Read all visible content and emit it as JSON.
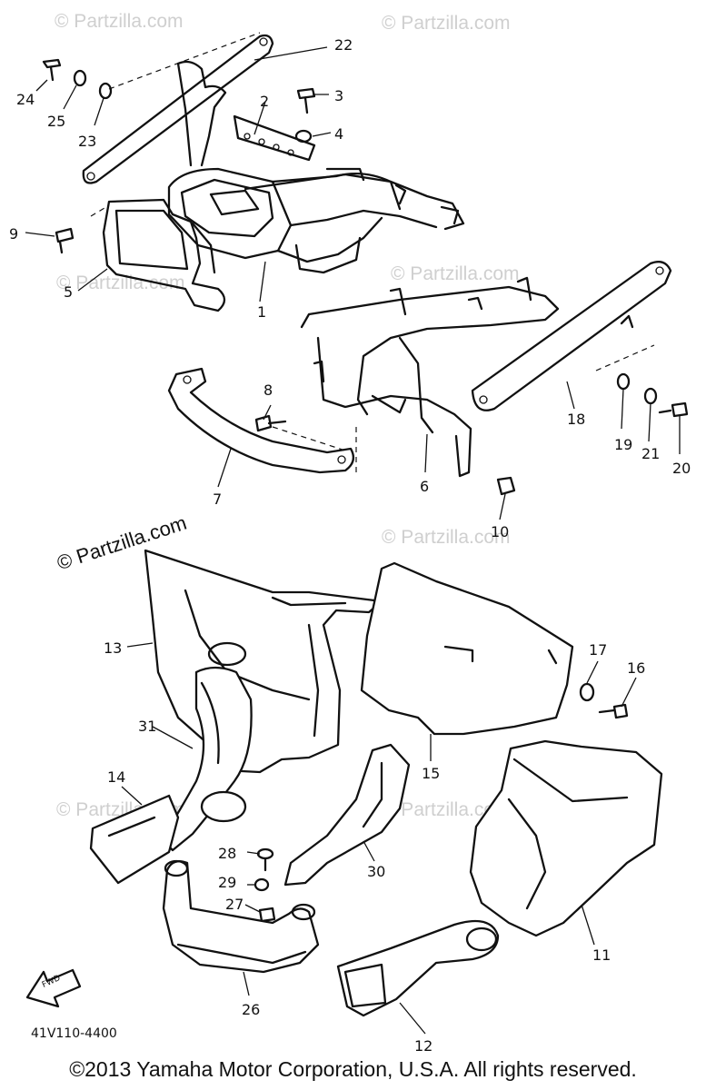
{
  "watermark": {
    "light_text": "© Partzilla.com",
    "dark_text": "© Partzilla.com"
  },
  "callouts": [
    "1",
    "2",
    "3",
    "4",
    "5",
    "6",
    "7",
    "8",
    "9",
    "10",
    "11",
    "12",
    "13",
    "14",
    "15",
    "16",
    "17",
    "18",
    "19",
    "20",
    "21",
    "22",
    "23",
    "24",
    "25",
    "26",
    "27",
    "28",
    "29",
    "30",
    "31"
  ],
  "part_code": "41V110-4400",
  "fwd_label": "FWD",
  "copyright": "©2013 Yamaha Motor Corporation, U.S.A. All rights reserved.",
  "colors": {
    "ink": "#111111",
    "watermark": "#cfcfcf",
    "background": "#ffffff"
  }
}
